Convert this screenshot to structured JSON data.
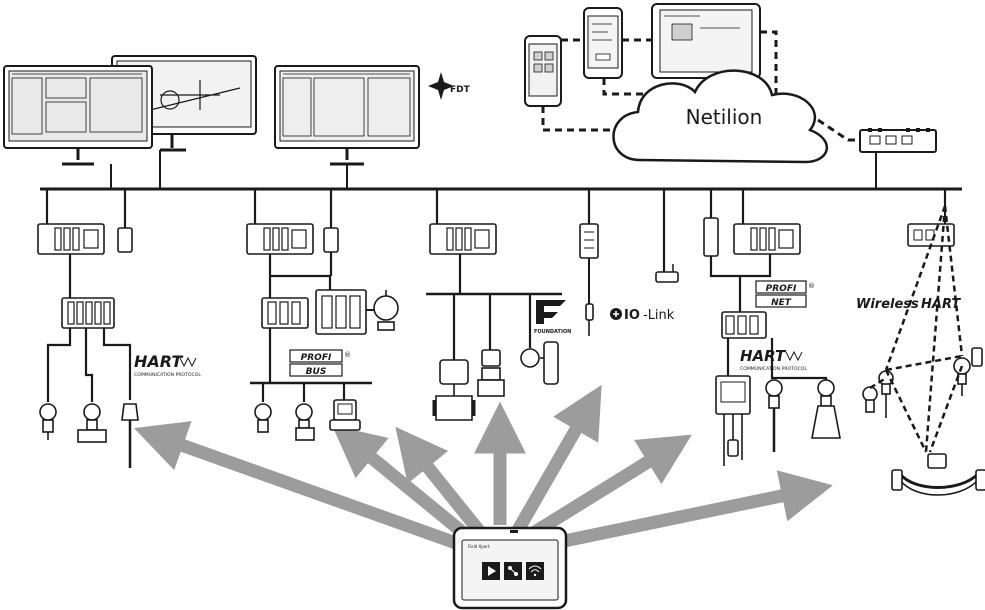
{
  "labels": {
    "cloud": "Netilion",
    "fdt": "FDT",
    "hart": "HART",
    "hart_sub": "COMMUNICATION PROTOCOL",
    "profi": "PROFI",
    "bus": "BUS",
    "net": "NET",
    "foundation": "FOUNDATION",
    "iolink_io": "IO",
    "iolink_link": "-Link",
    "wireless": "Wireless",
    "wireless_hart": "HART",
    "registered": "®",
    "tablet_title": "Field Xpert"
  },
  "colors": {
    "line": "#1a1a1a",
    "arrow": "#9c9c9c",
    "fill": "#ffffff",
    "screen": "#e6e6e6"
  }
}
